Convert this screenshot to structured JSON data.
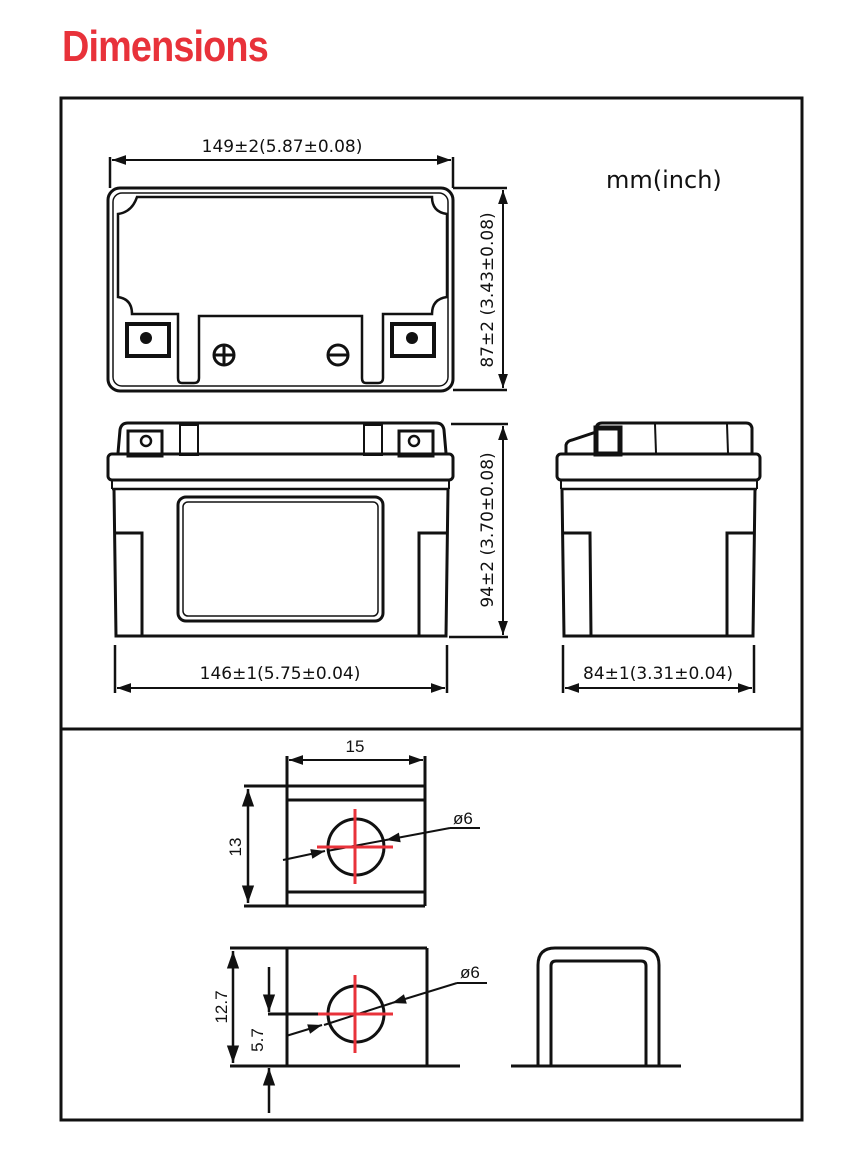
{
  "title": "Dimensions",
  "units_label": "mm(inch)",
  "top_view": {
    "width_label": "149±2(5.87±0.08)",
    "depth_label": "87±2 (3.43±0.08)",
    "positive_terminal": "positive-terminal-icon",
    "negative_terminal": "negative-terminal-icon"
  },
  "front_view": {
    "height_label": "94±2 (3.70±0.08)",
    "width_label": "146±1(5.75±0.04)"
  },
  "side_view": {
    "width_label": "84±1(3.31±0.04)"
  },
  "terminal_front": {
    "width_label": "15",
    "height_label": "13",
    "hole_label": "ø6"
  },
  "terminal_side": {
    "height_label": "12.7",
    "hole_offset_label": "5.7",
    "hole_label": "ø6"
  },
  "colors": {
    "title": "#e8323a",
    "centerline": "#e8323a",
    "line": "#111111"
  }
}
